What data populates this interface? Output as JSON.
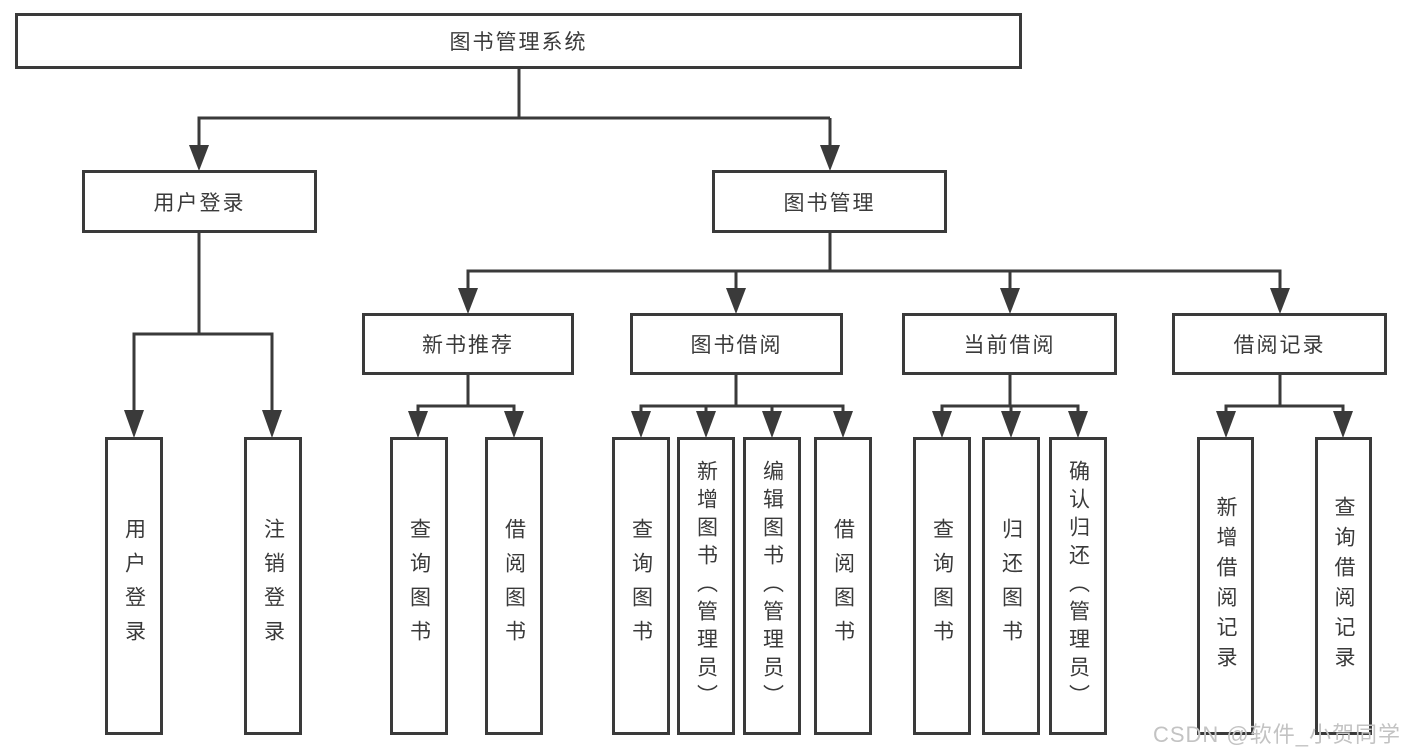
{
  "diagram": {
    "root": {
      "label": "图书管理系统"
    },
    "level2": {
      "user_login": "用户登录",
      "book_management": "图书管理"
    },
    "level3": {
      "new_books": "新书推荐",
      "book_borrowing": "图书借阅",
      "current_borrowing": "当前借阅",
      "borrowing_records": "借阅记录"
    },
    "leaves": {
      "user_login": [
        "用户登录",
        "注销登录"
      ],
      "new_books": [
        "查询图书",
        "借阅图书"
      ],
      "book_borrowing": [
        "查询图书",
        "新增图书（管理员）",
        "编辑图书（管理员）",
        "借阅图书"
      ],
      "current_borrowing": [
        "查询图书",
        "归还图书",
        "确认归还（管理员）"
      ],
      "borrowing_records": [
        "新增借阅记录",
        "查询借阅记录"
      ]
    },
    "watermark": "CSDN @软件_小贺同学",
    "colors": {
      "line": "#3a3a3a",
      "text": "#3a3a3a",
      "background": "#ffffff",
      "watermark": "#c3c3c3"
    }
  }
}
